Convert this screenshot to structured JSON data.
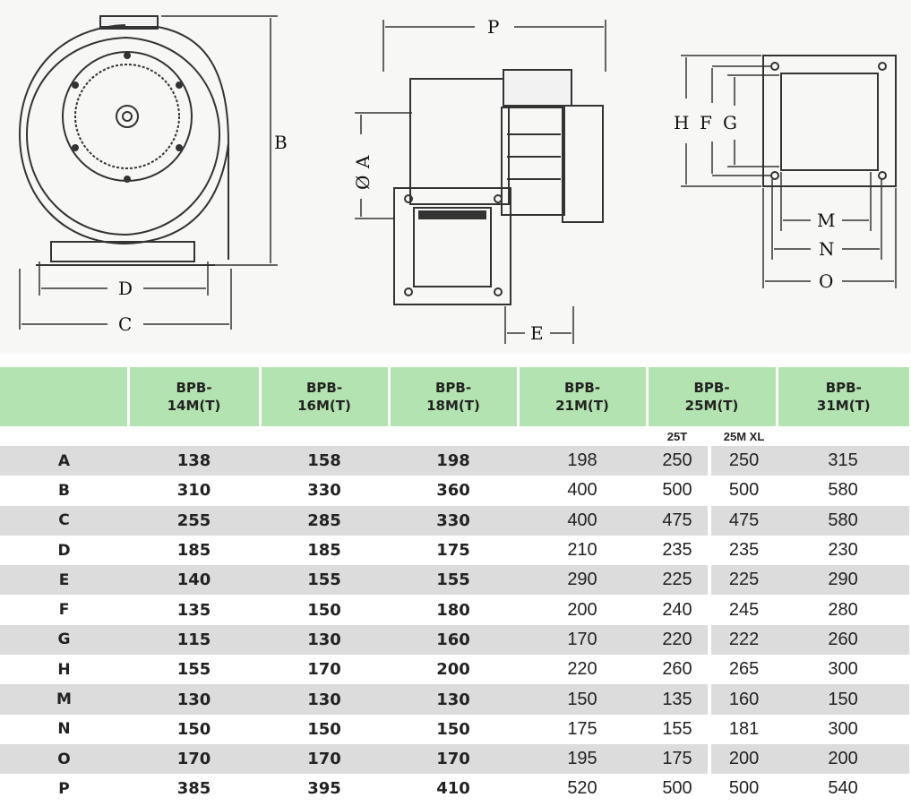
{
  "drawing": {
    "labels": {
      "b": "B",
      "c": "C",
      "d": "D",
      "p": "P",
      "a": "A",
      "phi": "Ø",
      "e": "E",
      "h": "H",
      "f": "F",
      "g": "G",
      "m": "M",
      "n": "N",
      "o": "O"
    }
  },
  "table": {
    "headers": [
      "BPB-\n14M(T)",
      "BPB-\n16M(T)",
      "BPB-\n18M(T)",
      "BPB-\n21M(T)",
      "BPB-\n25M(T)",
      "BPB-\n31M(T)"
    ],
    "subheaders": {
      "left": "25T",
      "right": "25M XL"
    },
    "rows": [
      {
        "label": "A",
        "v": [
          "138",
          "158",
          "198",
          "198",
          "250",
          "250",
          "315"
        ]
      },
      {
        "label": "B",
        "v": [
          "310",
          "330",
          "360",
          "400",
          "500",
          "500",
          "580"
        ]
      },
      {
        "label": "C",
        "v": [
          "255",
          "285",
          "330",
          "400",
          "475",
          "475",
          "580"
        ]
      },
      {
        "label": "D",
        "v": [
          "185",
          "185",
          "175",
          "210",
          "235",
          "235",
          "230"
        ]
      },
      {
        "label": "E",
        "v": [
          "140",
          "155",
          "155",
          "290",
          "225",
          "225",
          "290"
        ]
      },
      {
        "label": "F",
        "v": [
          "135",
          "150",
          "180",
          "200",
          "240",
          "245",
          "280"
        ]
      },
      {
        "label": "G",
        "v": [
          "115",
          "130",
          "160",
          "170",
          "220",
          "222",
          "260"
        ]
      },
      {
        "label": "H",
        "v": [
          "155",
          "170",
          "200",
          "220",
          "260",
          "265",
          "300"
        ]
      },
      {
        "label": "M",
        "v": [
          "130",
          "130",
          "130",
          "150",
          "135",
          "160",
          "150"
        ]
      },
      {
        "label": "N",
        "v": [
          "150",
          "150",
          "150",
          "175",
          "155",
          "181",
          "300"
        ]
      },
      {
        "label": "O",
        "v": [
          "170",
          "170",
          "170",
          "195",
          "175",
          "200",
          "200"
        ]
      },
      {
        "label": "P",
        "v": [
          "385",
          "395",
          "410",
          "520",
          "500",
          "500",
          "540"
        ]
      }
    ]
  },
  "colors": {
    "header_bg": "#b3e3b0",
    "row_shade": "#dcdcdc"
  }
}
